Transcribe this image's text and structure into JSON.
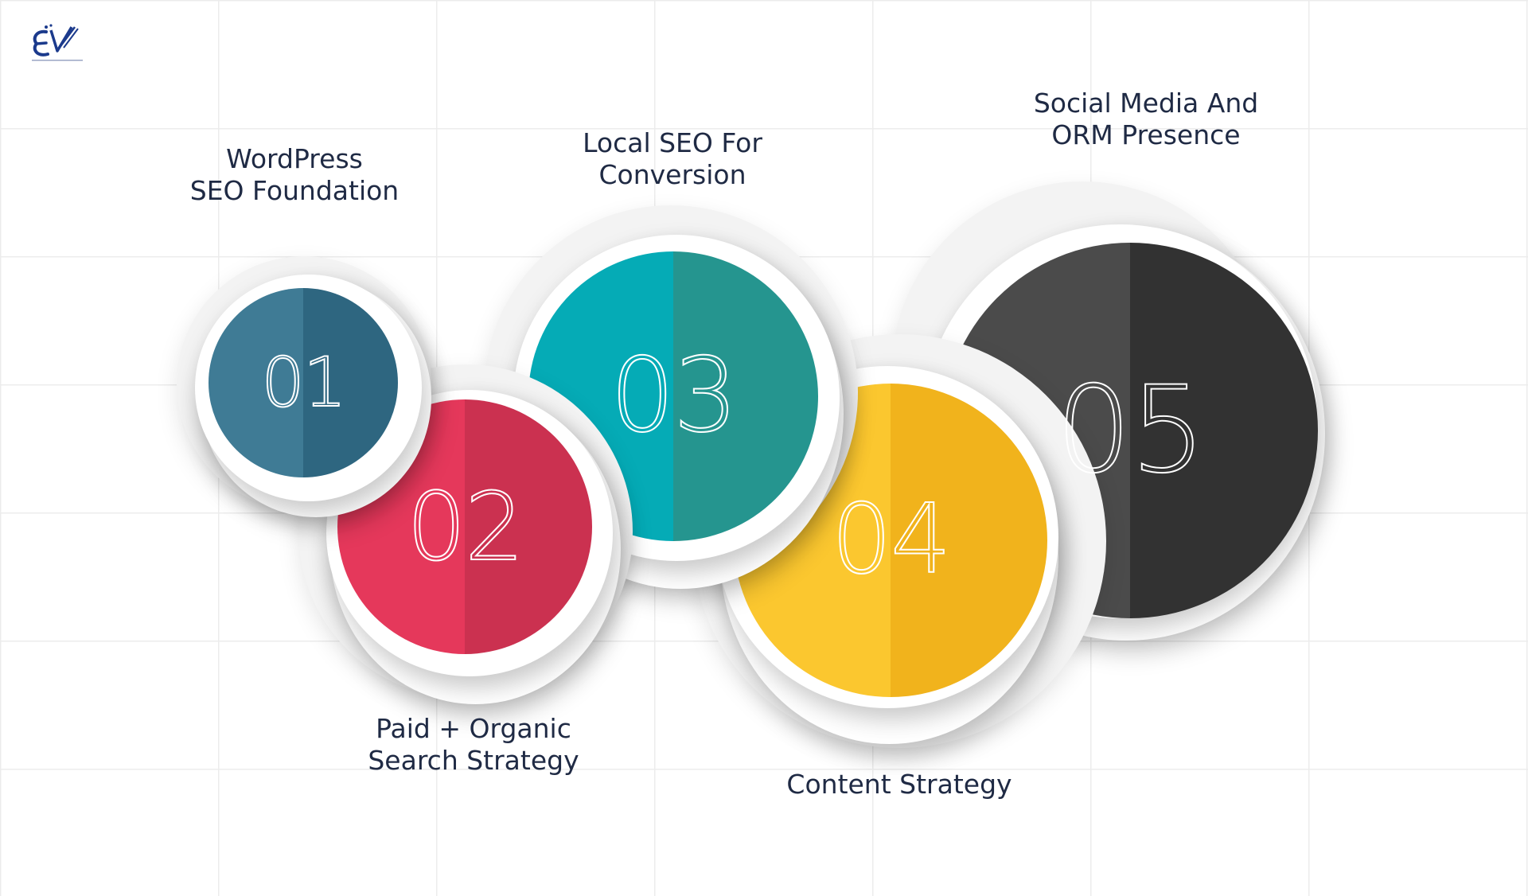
{
  "steps": [
    {
      "number": "01",
      "label_lines": [
        "WordPress",
        "SEO Foundation"
      ],
      "color_left": "#3f7b95",
      "color_right": "#2e6680"
    },
    {
      "number": "02",
      "label_lines": [
        "Paid + Organic",
        "Search Strategy"
      ],
      "color_left": "#e5385b",
      "color_right": "#cb3150"
    },
    {
      "number": "03",
      "label_lines": [
        "Local SEO For",
        "Conversion"
      ],
      "color_left": "#05abb6",
      "color_right": "#25958f"
    },
    {
      "number": "04",
      "label_lines": [
        "Content Strategy"
      ],
      "color_left": "#fbc72f",
      "color_right": "#f1b31c"
    },
    {
      "number": "05",
      "label_lines": [
        "Social Media And",
        "ORM Presence"
      ],
      "color_left": "#4b4b4b",
      "color_right": "#323232"
    }
  ],
  "logo": {
    "icon": "ev-logo-icon",
    "color": "#1b3a8c"
  }
}
